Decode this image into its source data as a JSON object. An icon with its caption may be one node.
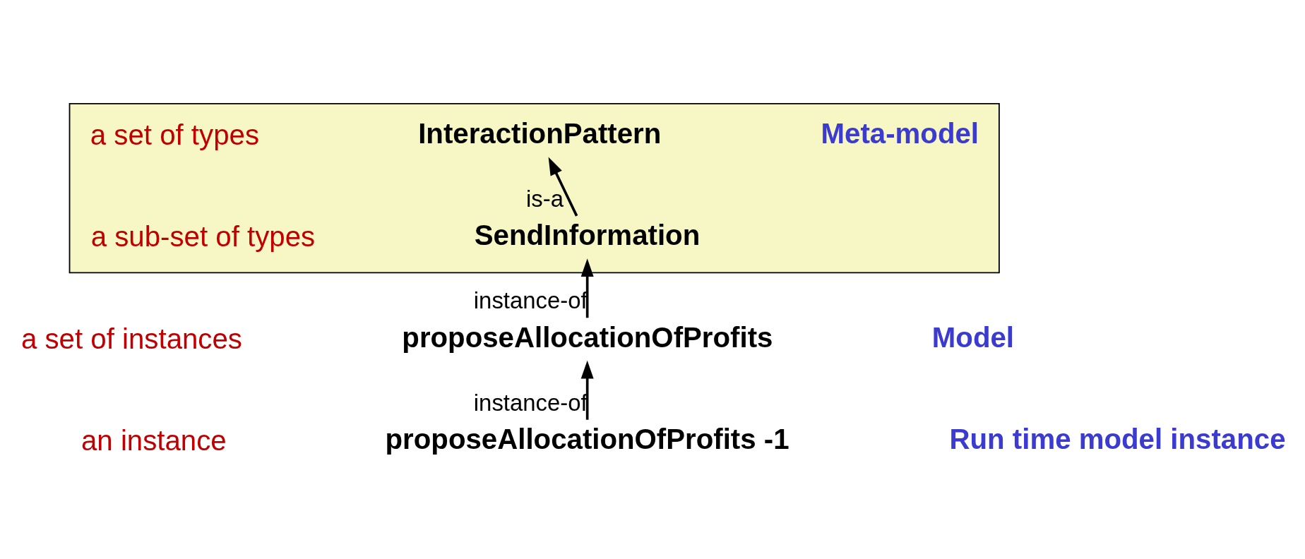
{
  "diagram": {
    "nodes": [
      {
        "text": [],
        "shape": "box"
      },
      {
        "text": [
          "InteractionPattern"
        ],
        "in": 0
      },
      {
        "text": [
          "SendInformation"
        ],
        "in": 0
      },
      {
        "text": [
          "proposeAllocationOfProfits"
        ]
      },
      {
        "text": [
          "proposeAllocationOfProfits -1"
        ]
      }
    ],
    "edges": [
      {
        "from": 2,
        "to": 1,
        "arrow": "to",
        "label": "is-a"
      },
      {
        "from": 3,
        "to": 2,
        "arrow": "to",
        "label": "instance-of"
      },
      {
        "from": 4,
        "to": 3,
        "arrow": "to",
        "label": "instance-of"
      }
    ],
    "labels": [
      "a set of types",
      "Meta-model",
      "a sub-set of types",
      "a set of instances",
      "Model",
      "an instance",
      "Run time model instance"
    ]
  }
}
